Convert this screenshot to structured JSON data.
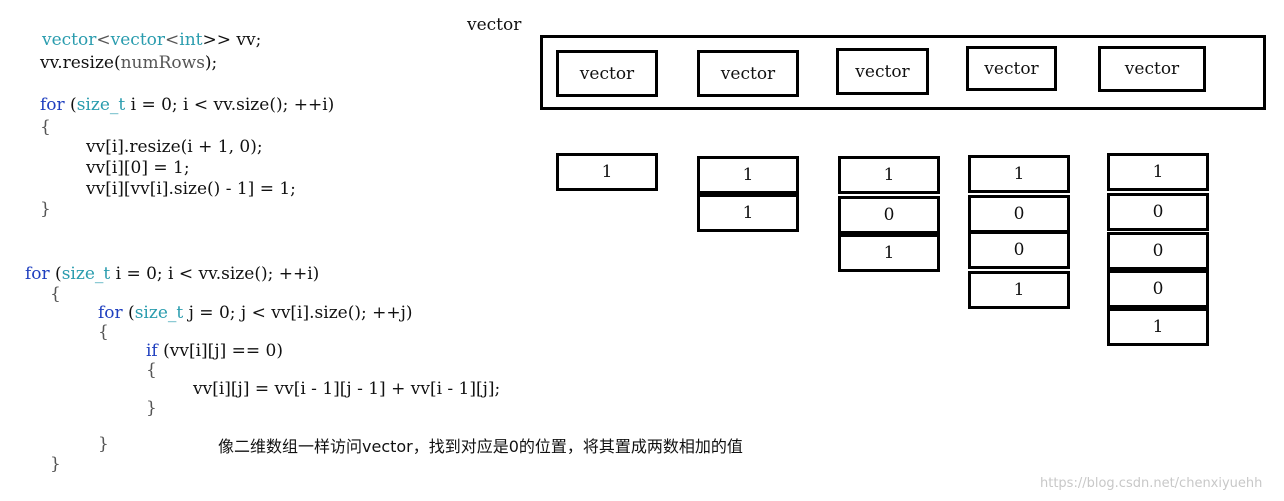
{
  "code_block_1": {
    "l1": {
      "t1": "vector",
      "t2": "<",
      "t3": "vector",
      "t4": "<",
      "t5": "int",
      "t6": ">> vv;"
    },
    "l2": {
      "a": "vv.resize(",
      "b": "numRows",
      "c": ");"
    },
    "l3": {
      "kw": "for",
      "p1": " (",
      "ty": "size_t",
      "p2": " i = 0; i < vv.size(); ++i)"
    },
    "l4": "{",
    "l5": "vv[i].resize(i + 1, 0);",
    "l6": "vv[i][0] = 1;",
    "l7": "vv[i][vv[i].size() - 1] = 1;",
    "l8": "}"
  },
  "code_block_2": {
    "l1": {
      "kw": "for",
      "p1": " (",
      "ty": "size_t",
      "p2": " i = 0; i < vv.size(); ++i)"
    },
    "l2": "{",
    "l3": {
      "kw": "for",
      "p1": " (",
      "ty": "size_t",
      "p2": " j = 0; j < vv[i].size(); ++j)"
    },
    "l4": "{",
    "l5": {
      "kw": "if",
      "p": " (vv[i][j] == 0)"
    },
    "l6": "{",
    "l7": "vv[i][j] = vv[i - 1][j - 1] + vv[i - 1][j];",
    "l8": "}",
    "l9": "}",
    "l10": "}"
  },
  "note": "像二维数组一样访问vector，找到对应是0的位置，将其置成两数相加的值",
  "diagram": {
    "outer_label": "vector",
    "inner_labels": [
      "vector",
      "vector",
      "vector",
      "vector",
      "vector"
    ],
    "columns": [
      [
        "1"
      ],
      [
        "1",
        "1"
      ],
      [
        "1",
        "0",
        "1"
      ],
      [
        "1",
        "0",
        "0",
        "1"
      ],
      [
        "1",
        "0",
        "0",
        "0",
        "1"
      ]
    ]
  },
  "watermark": "https://blog.csdn.net/chenxiyuehh",
  "colors": {
    "keyword": "#1f3fbf",
    "type": "#2a9cae"
  }
}
